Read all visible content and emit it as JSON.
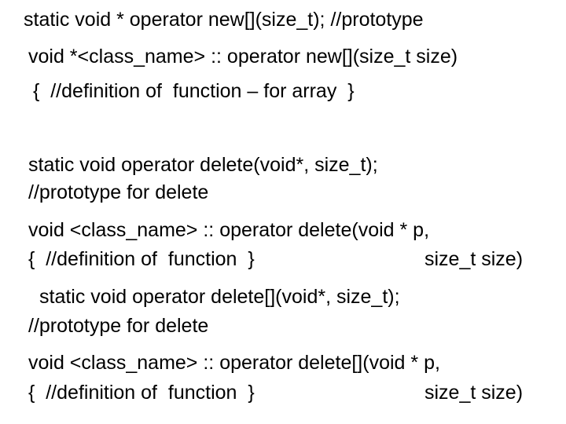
{
  "slide": {
    "lines": [
      "static void * operator new[](size_t); //prototype",
      "void *<class_name> :: operator new[](size_t size)",
      "{  //definition of  function – for array  }",
      "static void operator delete(void*, size_t);",
      "//prototype for delete",
      "void <class_name> :: operator delete(void * p,",
      "{  //definition of  function  }",
      "static void operator delete[](void*, size_t);",
      "//prototype for delete",
      "void <class_name> :: operator delete[](void * p,",
      "{  //definition of  function  }"
    ],
    "continuations": [
      "size_t size)",
      "size_t size)"
    ]
  }
}
